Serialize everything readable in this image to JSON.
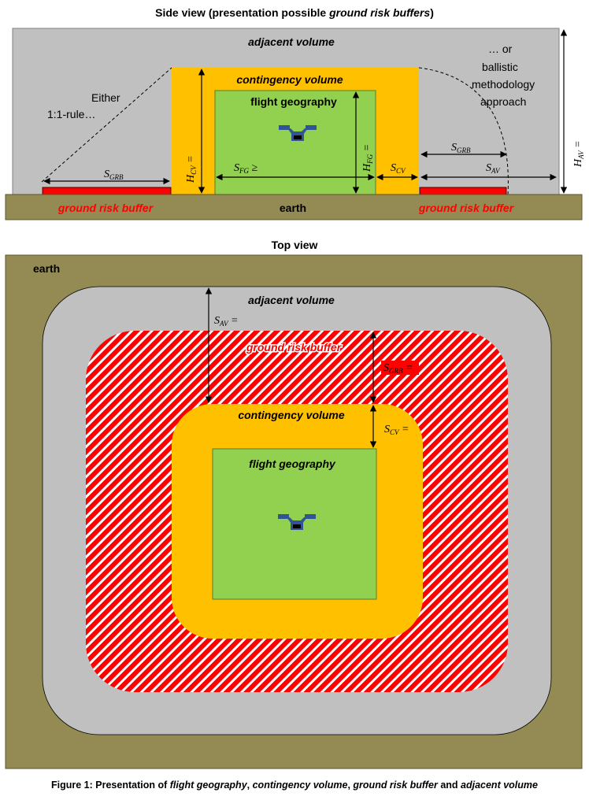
{
  "side_view": {
    "title_prefix": "Side view (presentation possible ",
    "title_italic": "ground risk buffers",
    "title_suffix": ")",
    "adjacent_volume": "adjacent volume",
    "contingency_volume": "contingency volume",
    "flight_geography": "flight geography",
    "either_line1": "Either",
    "either_line2": "1:1-rule…",
    "ballistic_line1": "… or",
    "ballistic_line2": "ballistic",
    "ballistic_line3": "methodology",
    "ballistic_line4": "approach",
    "earth": "earth",
    "grb_left": "ground risk buffer",
    "grb_right": "ground risk buffer",
    "s_fg": "S",
    "s_fg_sub": "FG",
    "s_fg_rel": " ≥",
    "h_cv": "H",
    "h_cv_sub": "CV",
    "h_cv_rel": " =",
    "h_fg": "H",
    "h_fg_sub": "FG",
    "h_fg_rel": " =",
    "s_cv": "S",
    "s_cv_sub": "CV",
    "s_grb_left": "S",
    "s_grb_left_sub": "GRB",
    "s_grb_right": "S",
    "s_grb_right_sub": "GRB",
    "s_av": "S",
    "s_av_sub": "AV",
    "h_av": "H",
    "h_av_sub": "AV",
    "h_av_rel": " ="
  },
  "top_view": {
    "title": "Top view",
    "earth": "earth",
    "adjacent_volume": "adjacent volume",
    "ground_risk_buffer": "ground risk buffer",
    "contingency_volume": "contingency volume",
    "flight_geography": "flight geography",
    "s_av": "S",
    "s_av_sub": "AV",
    "s_av_rel": " =",
    "s_grb": "S",
    "s_grb_sub": "GRB",
    "s_grb_rel": " =",
    "s_cv": "S",
    "s_cv_sub": "CV",
    "s_cv_rel": " ="
  },
  "caption": {
    "p1": "Figure 1: Presentation of ",
    "i1": "flight geography",
    "p2": ", ",
    "i2": "contingency volume",
    "p3": ", ",
    "i3": "ground risk buffer",
    "p4": " and ",
    "i4": "adjacent volume"
  },
  "colors": {
    "adjacent": "#c0c0c0",
    "contingency": "#ffc000",
    "flight_geography": "#92d050",
    "earth": "#948a54",
    "ground_risk": "#ff0000",
    "drone": "#2f5597"
  }
}
